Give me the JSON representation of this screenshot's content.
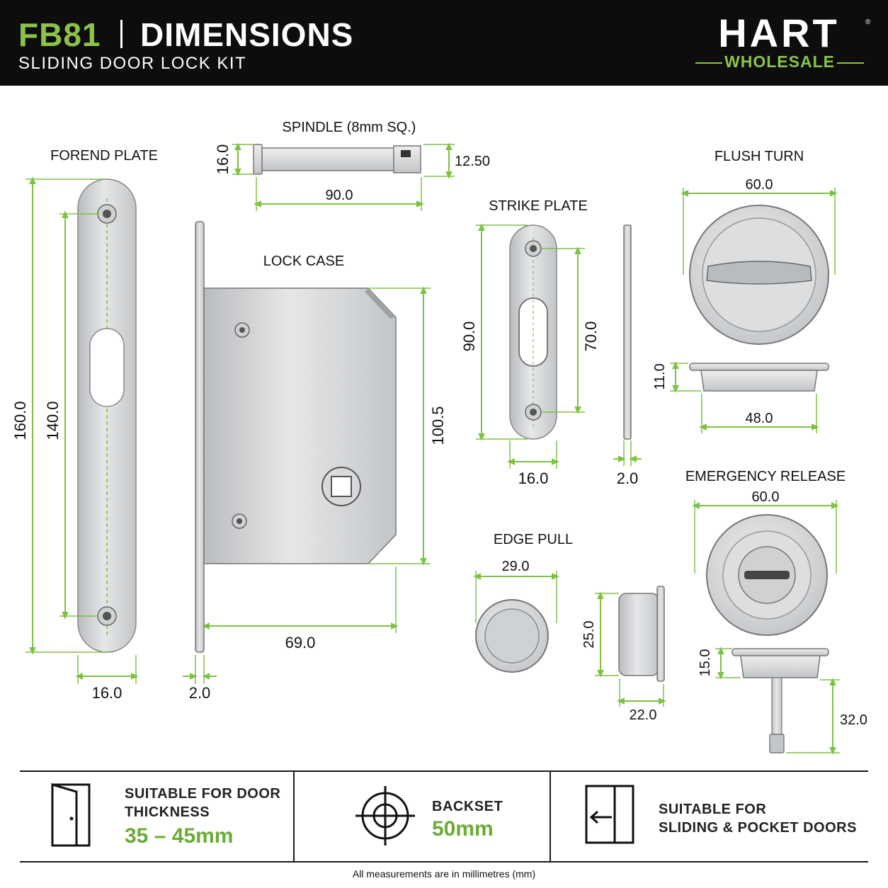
{
  "header": {
    "code": "FB81",
    "title": "DIMENSIONS",
    "subtitle": "SLIDING DOOR LOCK KIT",
    "brand_name": "HART",
    "brand_reg": "®",
    "brand_sub": "WHOLESALE"
  },
  "colors": {
    "accent": "#8bc34a",
    "dim_line": "#7dc242",
    "header_bg": "#0d0d0d",
    "metal": "#d4d6d8"
  },
  "components": {
    "forend_plate": "FOREND PLATE",
    "spindle": "SPINDLE (8mm SQ.)",
    "lock_case": "LOCK CASE",
    "strike_plate": "STRIKE PLATE",
    "flush_turn": "FLUSH TURN",
    "edge_pull": "EDGE PULL",
    "emergency_release": "EMERGENCY RELEASE"
  },
  "dimensions": {
    "forend_height": "160.0",
    "forend_hole_spacing": "140.0",
    "forend_width": "16.0",
    "spindle_height": "16.0",
    "spindle_length": "90.0",
    "spindle_tip": "12.50",
    "case_height": "100.5",
    "case_width": "69.0",
    "case_plate_thickness": "2.0",
    "strike_height": "90.0",
    "strike_hole_spacing": "70.0",
    "strike_width": "16.0",
    "strike_thickness": "2.0",
    "flush_diameter": "60.0",
    "flush_depth": "11.0",
    "flush_body": "48.0",
    "edge_diameter": "29.0",
    "edge_height": "25.0",
    "edge_depth": "22.0",
    "release_diameter": "60.0",
    "release_depth": "15.0",
    "release_pin": "32.0"
  },
  "features": [
    {
      "label": "SUITABLE FOR DOOR\nTHICKNESS",
      "value": "35 – 45mm",
      "icon": "door-icon"
    },
    {
      "label": "BACKSET",
      "value": "50mm",
      "icon": "crosshair-icon"
    },
    {
      "label": "SUITABLE FOR\nSLIDING & POCKET DOORS",
      "value": "",
      "icon": "sliding-door-icon"
    }
  ],
  "footnote": "All measurements are in millimetres (mm)"
}
